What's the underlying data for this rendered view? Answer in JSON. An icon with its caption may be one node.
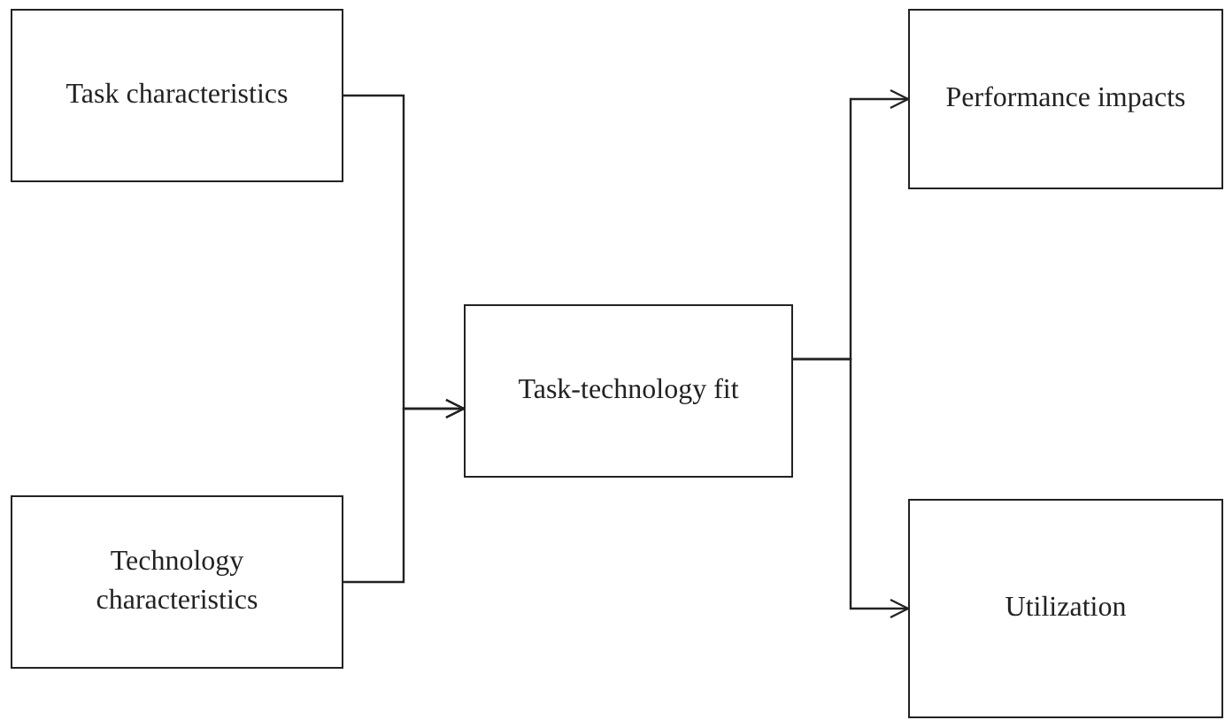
{
  "diagram": {
    "nodes": [
      {
        "text": [
          "Task characteristics"
        ]
      },
      {
        "text": [
          "Technology characteristics"
        ]
      },
      {
        "text": [
          "Task-technology fit"
        ]
      },
      {
        "text": [
          "Performance impacts"
        ]
      },
      {
        "text": [
          "Utilization"
        ]
      }
    ],
    "edges": [
      {
        "from": 0,
        "to": 2,
        "arrow": "to"
      },
      {
        "from": 1,
        "to": 2,
        "arrow": "to"
      },
      {
        "from": 2,
        "to": 3,
        "arrow": "to"
      },
      {
        "from": 2,
        "to": 4,
        "arrow": "to"
      }
    ]
  }
}
